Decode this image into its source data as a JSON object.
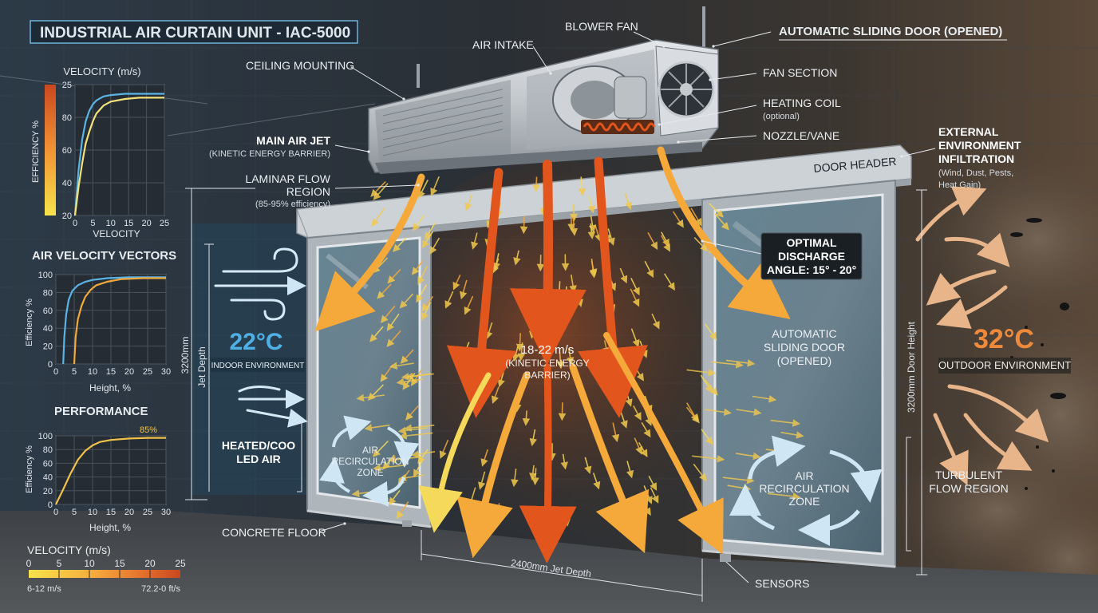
{
  "title": "INDUSTRIAL AIR CURTAIN UNIT - IAC-5000",
  "labels": {
    "blower_fan": "BLOWER FAN",
    "air_intake": "AIR INTAKE",
    "ceiling_mounting": "CEILING MOUNTING",
    "auto_door_top": "AUTOMATIC SLIDING DOOR (OPENED)",
    "fan_section": "FAN SECTION",
    "heating_coil": "HEATING COIL",
    "heating_coil_sub": "(optional)",
    "nozzle": "NOZZLE/VANE",
    "main_jet": "MAIN AIR JET",
    "main_jet_sub": "(KINETIC ENERGY BARRIER)",
    "laminar_1": "LAMINAR FLOW",
    "laminar_2": "REGION",
    "laminar_sub": "(85-95% efficiency)",
    "door_header": "DOOR HEADER",
    "external_1": "EXTERNAL",
    "external_2": "ENVIRONMENT",
    "external_3": "INFILTRATION",
    "external_sub1": "(Wind, Dust, Pests,",
    "external_sub2": "Heat Gain)",
    "optimal_1": "OPTIMAL",
    "optimal_2": "DISCHARGE",
    "optimal_3": "ANGLE: 15° - 20°",
    "indoor_temp": "22°C",
    "indoor_env": "INDOOR ENVIRONMENT",
    "outdoor_temp": "32°C",
    "outdoor_env": "OUTDOOR ENVIRONMENT",
    "speed_1": "18-22 m/s",
    "speed_2": "(KINETIC ENERGY",
    "speed_3": "BARRIER)",
    "auto_door_mid_1": "AUTOMATIC",
    "auto_door_mid_2": "SLIDING DOOR",
    "auto_door_mid_3": "(OPENED)",
    "heated_1": "HEATED/COO",
    "heated_2": "LED AIR",
    "recirc_left_1": "AIR",
    "recirc_left_2": "RECIRCULATION",
    "recirc_left_3": "ZONE",
    "recirc_right_1": "AIR",
    "recirc_right_2": "RECIRCULATION",
    "recirc_right_3": "ZONE",
    "turbulent_1": "TURBULENT",
    "turbulent_2": "FLOW REGION",
    "concrete_floor": "CONCRETE FLOOR",
    "sensors": "SENSORS",
    "jet_depth_h": "2400mm Jet Depth",
    "jet_depth_v1": "3200mm",
    "jet_depth_v2": "Jet Depth",
    "door_height": "3200mm Door Height"
  },
  "chart_data": [
    {
      "type": "line",
      "title": "VELOCITY (m/s)",
      "xlabel": "VELOCITY",
      "ylabel": "EFFICIENCY %",
      "xticks": [
        "0",
        "5",
        "10",
        "15",
        "20",
        "25"
      ],
      "yticks": [
        "25",
        "80",
        "60",
        "40",
        "20"
      ],
      "xlim": [
        0,
        25
      ],
      "ylim": [
        0,
        100
      ],
      "grid": true,
      "series": [
        {
          "color": "#5ab4e6",
          "x": [
            0,
            1,
            2,
            3,
            4,
            5,
            6,
            8,
            10,
            14,
            18,
            25
          ],
          "y": [
            0,
            35,
            58,
            72,
            80,
            85,
            88,
            91,
            92,
            93,
            93,
            93
          ]
        },
        {
          "color": "#f3e27a",
          "x": [
            0,
            1,
            2,
            3,
            4,
            5,
            6,
            8,
            10,
            14,
            18,
            25
          ],
          "y": [
            0,
            22,
            40,
            55,
            64,
            72,
            78,
            84,
            87,
            89,
            90,
            90
          ]
        }
      ]
    },
    {
      "type": "line",
      "title": "AIR VELOCITY VECTORS",
      "xlabel": "Height, %",
      "ylabel": "Efficiency %",
      "xticks": [
        "0",
        "5",
        "10",
        "15",
        "20",
        "25",
        "30"
      ],
      "yticks": [
        "100",
        "80",
        "60",
        "40",
        "20",
        "0"
      ],
      "xlim": [
        0,
        30
      ],
      "ylim": [
        0,
        100
      ],
      "grid": true,
      "series": [
        {
          "color": "#5ab4e6",
          "x": [
            2,
            2.3,
            2.8,
            3.5,
            4.5,
            6,
            8,
            10,
            14,
            20,
            30
          ],
          "y": [
            0,
            30,
            55,
            72,
            82,
            88,
            92,
            94,
            96,
            97,
            97
          ]
        },
        {
          "color": "#f0a93a",
          "x": [
            5,
            5.4,
            6,
            7,
            8,
            9.5,
            11,
            14,
            18,
            24,
            30
          ],
          "y": [
            0,
            30,
            50,
            65,
            75,
            83,
            88,
            92,
            95,
            96,
            96
          ]
        }
      ]
    },
    {
      "type": "line",
      "title": "PERFORMANCE",
      "xlabel": "Height, %",
      "ylabel": "Efficiency %",
      "xticks": [
        "0",
        "5",
        "10",
        "15",
        "20",
        "25",
        "30"
      ],
      "yticks": [
        "100",
        "80",
        "60",
        "40",
        "20",
        "0"
      ],
      "xlim": [
        0,
        30
      ],
      "ylim": [
        0,
        100
      ],
      "grid": true,
      "annotation": "85%",
      "series": [
        {
          "color": "#f0c24a",
          "x": [
            0,
            2,
            4,
            6,
            8,
            10,
            12,
            15,
            20,
            25,
            30
          ],
          "y": [
            0,
            22,
            45,
            65,
            78,
            86,
            91,
            94,
            96,
            97,
            97
          ]
        }
      ]
    }
  ],
  "legend": {
    "title": "VELOCITY (m/s)",
    "ticks": [
      "0",
      "5",
      "10",
      "15",
      "20",
      "25"
    ],
    "left_note": "6-12 m/s",
    "right_note": "72.2-0 ft/s",
    "colors": [
      "#f6e34a",
      "#f7cf47",
      "#f5b03e",
      "#f19334",
      "#e5702d",
      "#c9481f"
    ]
  },
  "colors": {
    "hot": "#e2561d",
    "warm": "#f4a93a",
    "cool": "#f5d95a",
    "indoor": "#4fb0e6",
    "outdoor": "#ef8a3c",
    "recirc": "#cfe6f5"
  }
}
